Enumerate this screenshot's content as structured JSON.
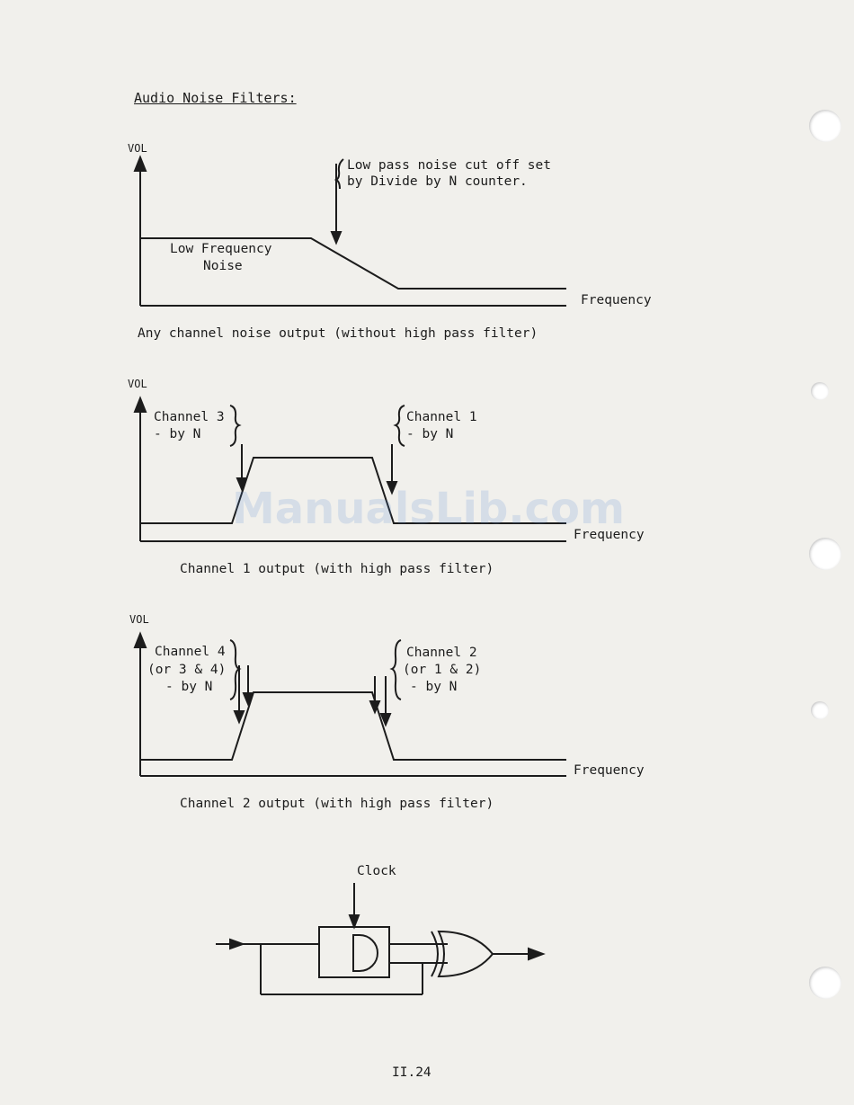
{
  "section_title": "Audio Noise Filters:",
  "diagram1": {
    "ylabel": "VOL",
    "annotation_line1": "Low pass noise cut off set",
    "annotation_line2": "by Divide by N counter.",
    "region_label_line1": "Low Frequency",
    "region_label_line2": "Noise",
    "xlabel": "Frequency",
    "caption": "Any channel noise output (without high pass filter)"
  },
  "diagram2": {
    "ylabel": "VOL",
    "left_label_line1": "Channel 3",
    "left_label_line2": "- by N",
    "right_label_line1": "Channel 1",
    "right_label_line2": "- by N",
    "xlabel": "Frequency",
    "caption": "Channel 1 output (with high pass filter)"
  },
  "diagram3": {
    "ylabel": "VOL",
    "left_label_line1": "Channel 4",
    "left_label_line2": "(or 3 & 4)",
    "left_label_line3": "- by N",
    "right_label_line1": "Channel 2",
    "right_label_line2": "(or 1 & 2)",
    "right_label_line3": "- by N",
    "xlabel": "Frequency",
    "caption": "Channel 2 output (with high pass filter)"
  },
  "circuit": {
    "clock_label": "Clock"
  },
  "watermark": "ManualsLib.com",
  "page_number": "II.24",
  "colors": {
    "paper": "#f1f0ec",
    "ink": "#1c1c1c",
    "watermark": "#5a8cd2"
  }
}
